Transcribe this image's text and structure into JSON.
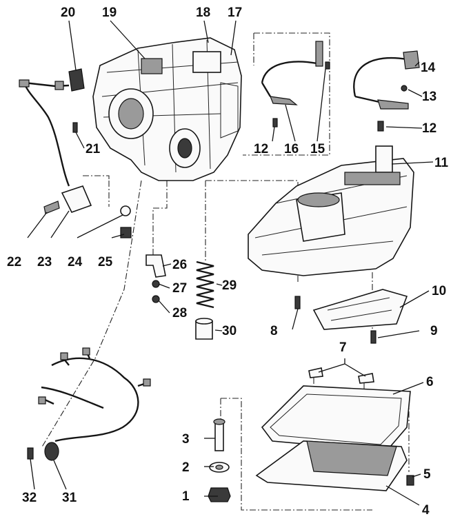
{
  "callouts": [
    {
      "id": "1",
      "text": "1"
    },
    {
      "id": "2",
      "text": "2"
    },
    {
      "id": "3",
      "text": "3"
    },
    {
      "id": "4",
      "text": "4"
    },
    {
      "id": "5",
      "text": "5"
    },
    {
      "id": "6",
      "text": "6"
    },
    {
      "id": "7",
      "text": "7"
    },
    {
      "id": "8",
      "text": "8"
    },
    {
      "id": "9",
      "text": "9"
    },
    {
      "id": "10",
      "text": "10"
    },
    {
      "id": "11",
      "text": "11"
    },
    {
      "id": "12a",
      "text": "12"
    },
    {
      "id": "12b",
      "text": "12"
    },
    {
      "id": "13",
      "text": "13"
    },
    {
      "id": "14",
      "text": "14"
    },
    {
      "id": "15",
      "text": "15"
    },
    {
      "id": "16",
      "text": "16"
    },
    {
      "id": "17",
      "text": "17"
    },
    {
      "id": "18",
      "text": "18"
    },
    {
      "id": "19",
      "text": "19"
    },
    {
      "id": "20",
      "text": "20"
    },
    {
      "id": "21",
      "text": "21"
    },
    {
      "id": "22",
      "text": "22"
    },
    {
      "id": "23",
      "text": "23"
    },
    {
      "id": "24",
      "text": "24"
    },
    {
      "id": "25",
      "text": "25"
    },
    {
      "id": "26",
      "text": "26"
    },
    {
      "id": "27",
      "text": "27"
    },
    {
      "id": "28",
      "text": "28"
    },
    {
      "id": "29",
      "text": "29"
    },
    {
      "id": "30",
      "text": "30"
    },
    {
      "id": "31",
      "text": "31"
    },
    {
      "id": "32",
      "text": "32"
    }
  ]
}
